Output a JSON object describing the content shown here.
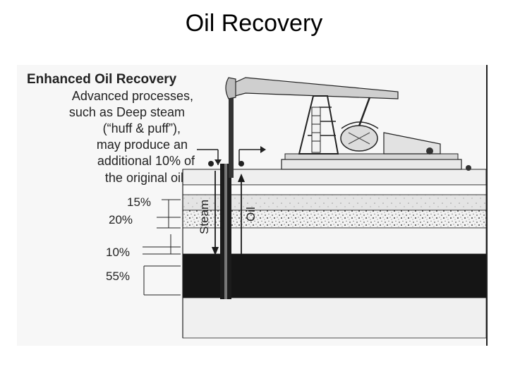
{
  "slide": {
    "title": "Oil Recovery"
  },
  "figure": {
    "heading": "Enhanced Oil Recovery",
    "caption_lines": [
      "Advanced processes,",
      "such as Deep steam",
      "(“huff & puff”),",
      "may produce an",
      "additional 10% of",
      "the original oil"
    ],
    "strata_percentages": [
      "15%",
      "20%",
      "10%",
      "55%"
    ],
    "flow_labels": {
      "down": "Steam",
      "up": "Oil"
    },
    "colors": {
      "background": "#ffffff",
      "ink": "#1a1a1a",
      "dark_stratum": "#151515"
    }
  }
}
